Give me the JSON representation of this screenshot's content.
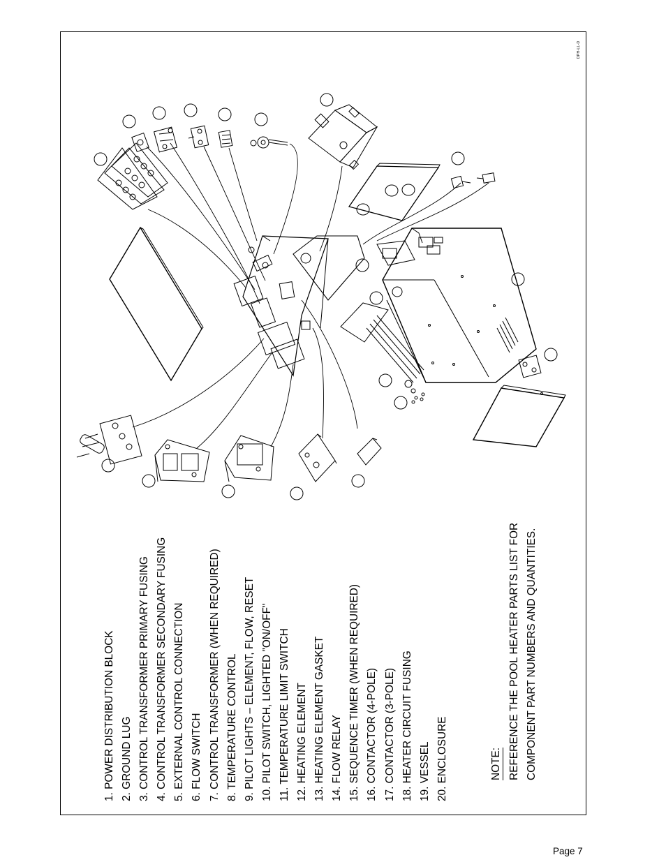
{
  "legend": {
    "items": [
      "1. POWER DISTRIBUTION BLOCK",
      "2. GROUND LUG",
      "3. CONTROL TRANSFORMER PRIMARY FUSING",
      "4. CONTROL TRANSFORMER SECONDARY FUSING",
      "5. EXTERNAL CONTROL CONNECTION",
      "6. FLOW SWITCH",
      "7. CONTROL TRANSFORMER (WHEN REQUIRED)",
      "8. TEMPERATURE CONTROL",
      "9. PILOT LIGHTS – ELEMENT, FLOW, RESET",
      "10. PILOT SWITCH, LIGHTED \"ON/OFF\"",
      "11. TEMPERATURE LIMIT SWITCH",
      "12. HEATING ELEMENT",
      "13. HEATING ELEMENT GASKET",
      "14. FLOW RELAY",
      "15. SEQUENCE TIMER (WHEN REQUIRED)",
      "16. CONTACTOR (4-POLE)",
      "17. CONTACTOR (3-POLE)",
      "18. HEATER CIRCUIT FUSING",
      "19. VESSEL",
      "20. ENCLOSURE"
    ]
  },
  "note": {
    "title": "NOTE:",
    "lines": [
      "REFERENCE THE POOL HEATER PARTS LIST FOR",
      "COMPONENT PART NUMBERS AND QUANTITIES."
    ]
  },
  "drawing_code": "DPH-LL-D",
  "page_number": "Page 7"
}
